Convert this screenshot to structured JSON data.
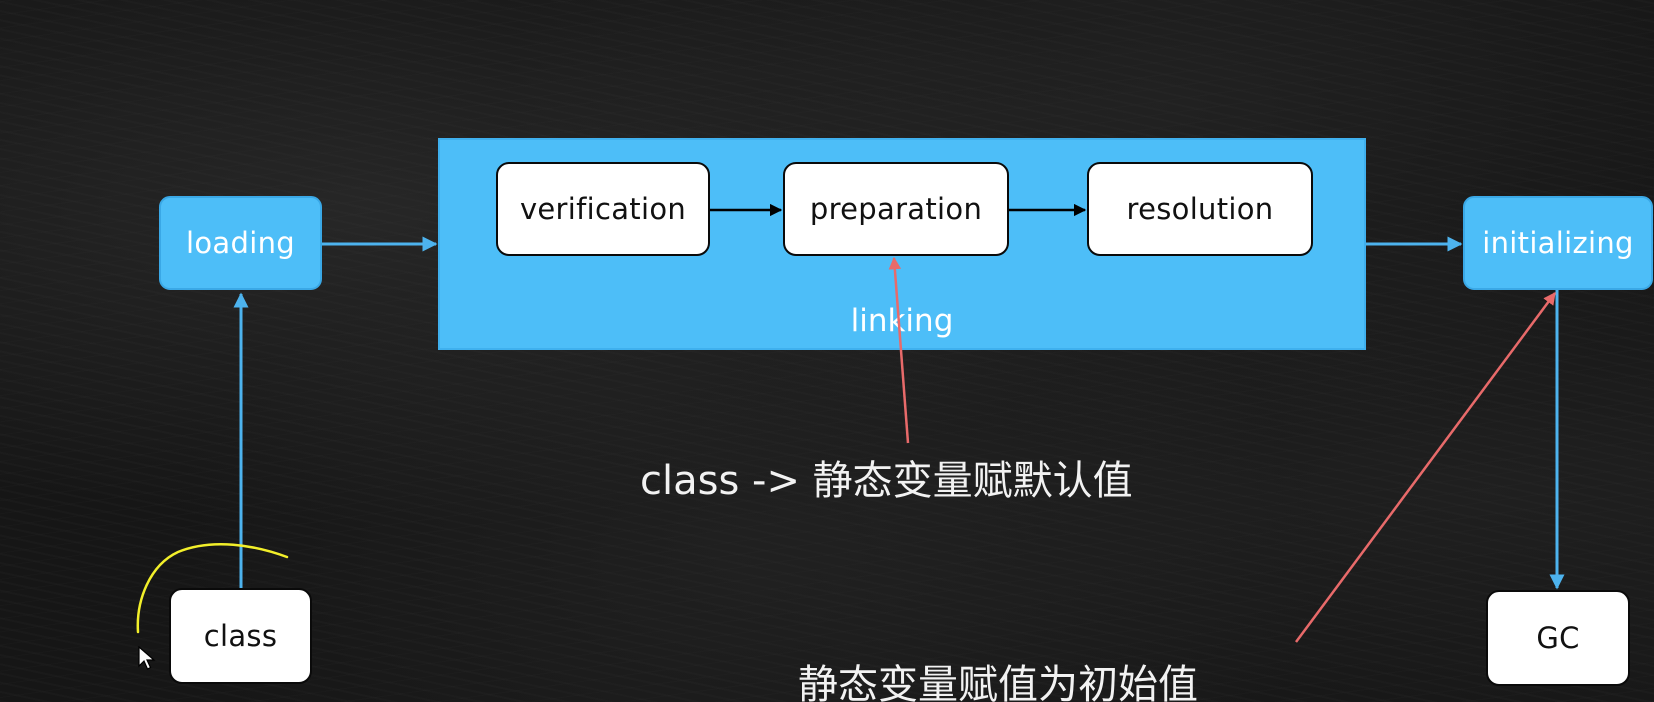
{
  "diagram": {
    "nodes": {
      "loading": "loading",
      "linking": "linking",
      "verification": "verification",
      "preparation": "preparation",
      "resolution": "resolution",
      "initializing": "initializing",
      "class": "class",
      "gc": "GC"
    },
    "annotations": {
      "preparation_note": "class -> 静态变量赋默认值",
      "initializing_note": "静态变量赋值为初始值"
    },
    "colors": {
      "node_blue": "#4dbef8",
      "arrow_blue": "#4db3ee",
      "annotation_red": "#e86a6a",
      "highlight_yellow": "#f2ef2a"
    }
  }
}
